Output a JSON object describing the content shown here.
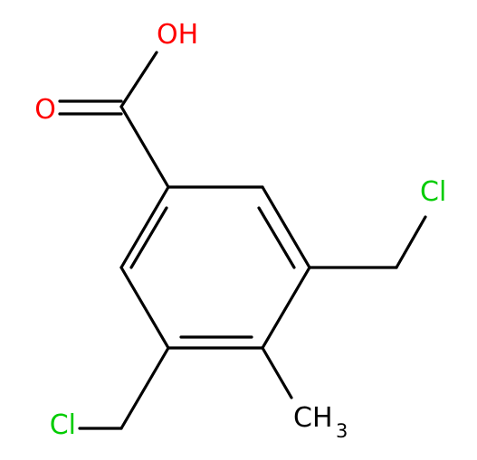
{
  "molecule": {
    "labels": {
      "hydroxyl": "OH",
      "carbonyl_oxygen": "O",
      "chlorine_right": "Cl",
      "chlorine_left": "Cl",
      "methyl": "CH",
      "methyl_subscript": "3"
    },
    "colors": {
      "bond": "#000000",
      "oxygen": "#ff0000",
      "chlorine": "#00cc00",
      "carbon_label": "#000000",
      "background": "#ffffff"
    }
  }
}
